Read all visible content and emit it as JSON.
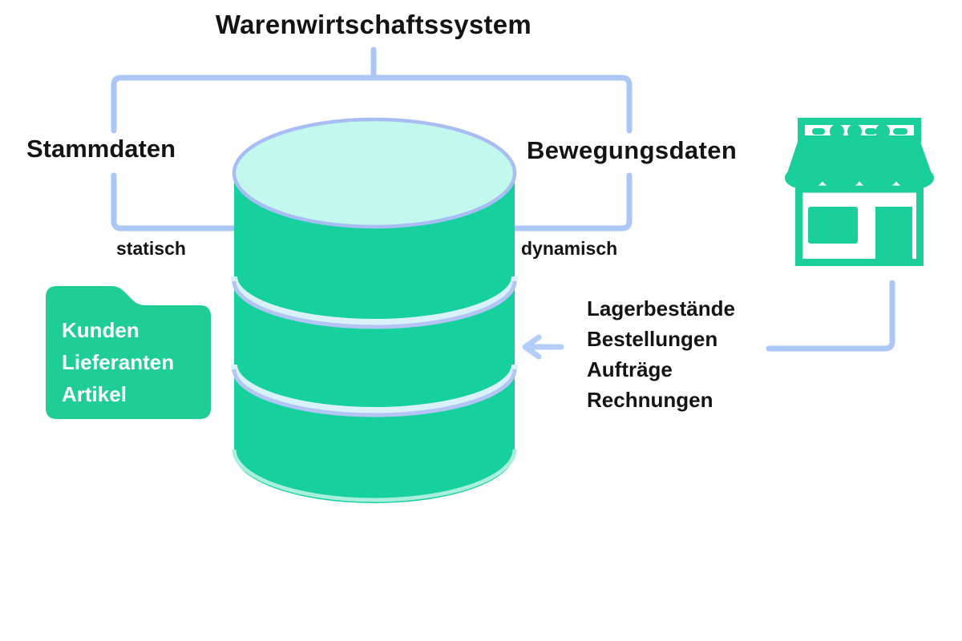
{
  "diagram": {
    "title": "Warenwirtschaftssystem",
    "branches": {
      "left": {
        "label": "Stammdaten",
        "type_label": "statisch"
      },
      "right": {
        "label": "Bewegungsdaten",
        "type_label": "dynamisch"
      }
    },
    "master_data_folder": {
      "items": [
        "Kunden",
        "Lieferanten",
        "Artikel"
      ]
    },
    "movement_data_list": {
      "items": [
        "Lagerbestände",
        "Bestellungen",
        "Aufträge",
        "Rechnungen"
      ]
    },
    "icons": {
      "database": "database-icon",
      "folder": "folder-icon",
      "store": "store-icon",
      "arrow": "arrow-left-icon"
    },
    "colors": {
      "green": "#1BCF9A",
      "cylinder_green": "#16D19E",
      "mint_top": "#C2F8EE",
      "band_light": "#D9F2F8",
      "periwinkle_line": "#ABC7F6",
      "band_periwinkle": "#B3C5F4",
      "bottom_mint": "#A8EFDC",
      "text": "#141414",
      "folder_text": "#FFFFFF",
      "background": "#FFFFFF"
    }
  }
}
